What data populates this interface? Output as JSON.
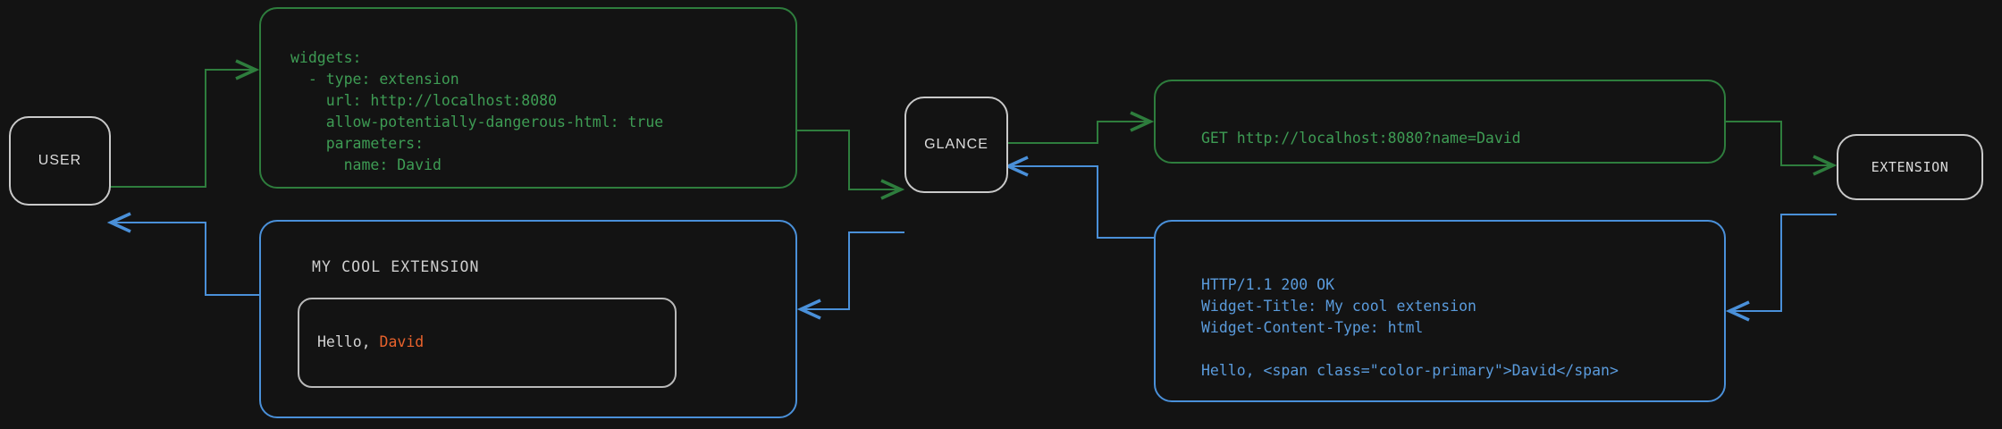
{
  "diagram": {
    "type": "sequence-flow",
    "background": "#131313",
    "colors": {
      "request_green": "#3e9c54",
      "request_border_green": "#2e7d3d",
      "response_blue": "#5a9bdc",
      "response_border_blue": "#4a90d9",
      "node_border": "#c9c9c9",
      "node_text": "#dcdcdc",
      "accent_orange": "#e8622c",
      "widget_text": "#d4d4d4"
    }
  },
  "nodes": {
    "user": {
      "label": "USER"
    },
    "glance": {
      "label": "GLANCE"
    },
    "extension": {
      "label": "EXTENSION"
    }
  },
  "boxes": {
    "yaml_config": {
      "flow": "request",
      "code": "widgets:\n  - type: extension\n    url: http://localhost:8080\n    allow-potentially-dangerous-html: true\n    parameters:\n      name: David"
    },
    "http_request": {
      "flow": "request",
      "code": "GET http://localhost:8080?name=David"
    },
    "http_response": {
      "flow": "response",
      "code": "HTTP/1.1 200 OK\nWidget-Title: My cool extension\nWidget-Content-Type: html\n\nHello, <span class=\"color-primary\">David</span>"
    },
    "rendered_widget": {
      "flow": "response",
      "title": "MY COOL EXTENSION",
      "body_prefix": "Hello, ",
      "body_accent": "David"
    }
  },
  "arrows": [
    {
      "name": "user-to-yaml",
      "flow": "request",
      "from": "user",
      "to": "yaml_config"
    },
    {
      "name": "yaml-to-glance",
      "flow": "request",
      "from": "yaml_config",
      "to": "glance"
    },
    {
      "name": "glance-to-request",
      "flow": "request",
      "from": "glance",
      "to": "http_request"
    },
    {
      "name": "request-to-extension",
      "flow": "request",
      "from": "http_request",
      "to": "extension"
    },
    {
      "name": "extension-to-response",
      "flow": "response",
      "from": "extension",
      "to": "http_response"
    },
    {
      "name": "response-to-glance",
      "flow": "response",
      "from": "http_response",
      "to": "glance"
    },
    {
      "name": "glance-to-widget",
      "flow": "response",
      "from": "glance",
      "to": "rendered_widget"
    },
    {
      "name": "widget-to-user",
      "flow": "response",
      "from": "rendered_widget",
      "to": "user"
    }
  ]
}
